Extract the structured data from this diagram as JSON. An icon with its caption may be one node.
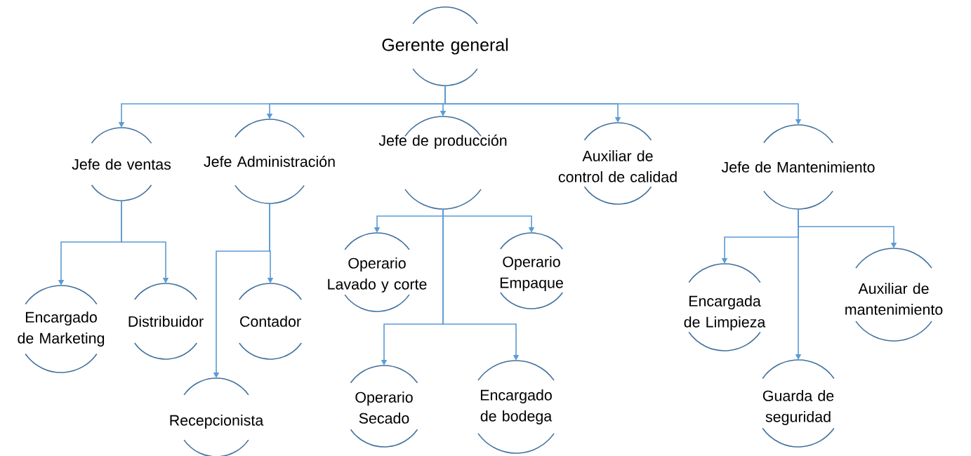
{
  "diagram": {
    "nodes": [
      {
        "text": [
          "Gerente general"
        ]
      },
      {
        "text": [
          "Jefe de ventas"
        ]
      },
      {
        "text": [
          "Jefe Administración"
        ]
      },
      {
        "text": [
          "Jefe de producción"
        ]
      },
      {
        "text": [
          "Auxiliar de control de calidad"
        ]
      },
      {
        "text": [
          "Jefe de Mantenimiento"
        ]
      },
      {
        "text": [
          "Encargado de Marketing"
        ]
      },
      {
        "text": [
          "Distribuidor"
        ]
      },
      {
        "text": [
          "Contador"
        ]
      },
      {
        "text": [
          "Recepcionista"
        ]
      },
      {
        "text": [
          "Operario Lavado y corte"
        ]
      },
      {
        "text": [
          "Operario Empaque"
        ]
      },
      {
        "text": [
          "Operario Secado"
        ]
      },
      {
        "text": [
          "Encargado de bodega"
        ]
      },
      {
        "text": [
          "Encargada de Limpieza"
        ]
      },
      {
        "text": [
          "Auxiliar de mantenimiento"
        ]
      },
      {
        "text": [
          "Guarda de seguridad"
        ]
      }
    ],
    "edges": [
      {
        "from": 0,
        "to": 1,
        "arrow": "to"
      },
      {
        "from": 0,
        "to": 2,
        "arrow": "to"
      },
      {
        "from": 0,
        "to": 3,
        "arrow": "to"
      },
      {
        "from": 0,
        "to": 4,
        "arrow": "to"
      },
      {
        "from": 0,
        "to": 5,
        "arrow": "to"
      },
      {
        "from": 1,
        "to": 6,
        "arrow": "to"
      },
      {
        "from": 1,
        "to": 7,
        "arrow": "to"
      },
      {
        "from": 2,
        "to": 8,
        "arrow": "to"
      },
      {
        "from": 2,
        "to": 9,
        "arrow": "to"
      },
      {
        "from": 3,
        "to": 10,
        "arrow": "to"
      },
      {
        "from": 3,
        "to": 11,
        "arrow": "to"
      },
      {
        "from": 3,
        "to": 12,
        "arrow": "to"
      },
      {
        "from": 3,
        "to": 13,
        "arrow": "to"
      },
      {
        "from": 5,
        "to": 14,
        "arrow": "to"
      },
      {
        "from": 5,
        "to": 15,
        "arrow": "to"
      },
      {
        "from": 5,
        "to": 16,
        "arrow": "to"
      }
    ]
  }
}
